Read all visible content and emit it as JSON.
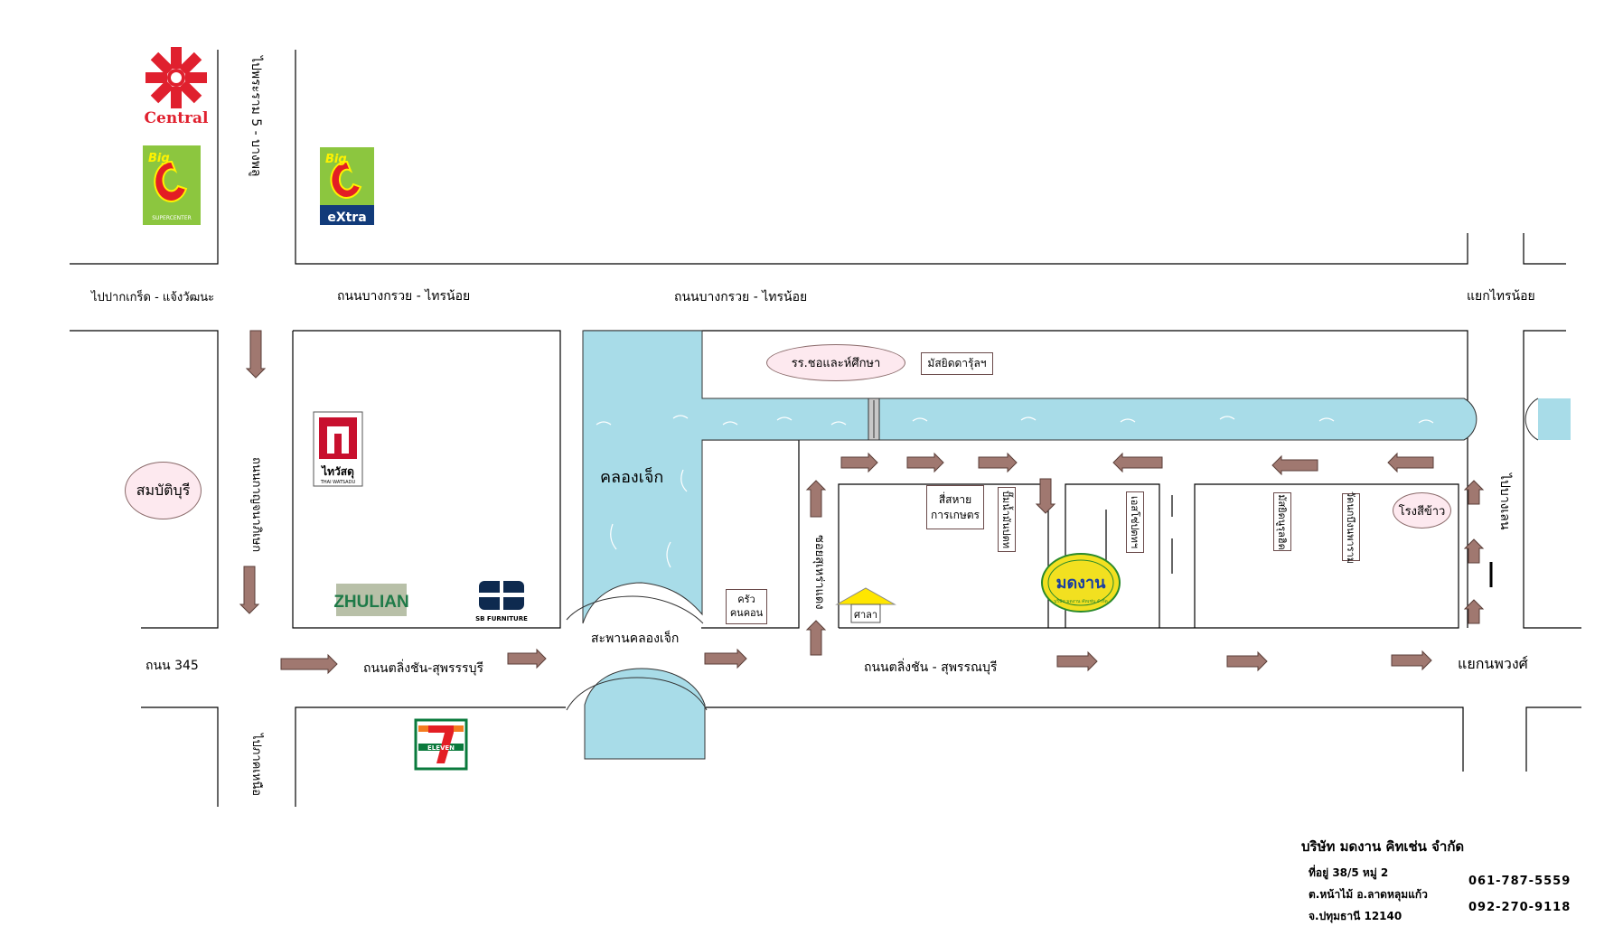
{
  "roads": {
    "top_left": "ไปปากเกร็ด - แจ้งวัฒนะ",
    "bangkruai_1": "ถนนบางกรวย - ไทรน้อย",
    "bangkruai_2": "ถนนบางกรวย - ไทรน้อย",
    "sai_noi_junction": "แยกไทรน้อย",
    "vertical_left_top": "ไปพระราม 5 - บางพลู",
    "vertical_left_mid": "ถนนกาญจนาภิเษก",
    "vertical_left_bottom": "ไปภาคเหนือ",
    "road_345": "ถนน 345",
    "taling_chan_1": "ถนนตลิ่งชัน-สุพรรรบุรี",
    "taling_chan_2": "ถนนตลิ่งชัน - สุพรรณบุรี",
    "phuang_junction": "แยกนพวงศ์",
    "to_bang_len": "ไปบางเลน",
    "soi": "ซอยสุเหร่าแดง",
    "bridge": "สะพานคลองเจ็ก",
    "canal": "คลองเจ็ก"
  },
  "places": {
    "sombat_buri": "สมบัติบุรี",
    "school": "รร.ชอและห์ศึกษา",
    "mosque_top": "มัสยิดดารุ้ลฯ",
    "pesticide_line1": "สี่สหาย",
    "pesticide_line2": "การเกษตร",
    "gas_station": "ปั๊มน้ำมันปตท",
    "esso": "เอสโซ่ปตทฯ",
    "mosque_right": "มัสยิดนูรุลฮิด",
    "temple": "วัดนกบึงนพาราม",
    "rice_mill": "โรงสีข้าว",
    "kitchen_line1": "ครัว",
    "kitchen_line2": "คนคอน",
    "sala": "ศาลา"
  },
  "logos": {
    "central": "Central",
    "bigc_1_top": "Big",
    "bigc_1_sub": "SUPERCENTER",
    "bigc_2_top": "Big",
    "bigc_2_sub": "eXtra",
    "thaiwatsadu_main": "ไทวัสดุ",
    "thaiwatsadu_sub": "THAI WATSADU",
    "zhulian": "ZHULIAN",
    "sb": "SB FURNITURE",
    "seven": "ELEVEN",
    "mongkhan": "มดงาน",
    "mongkhan_arc": "บริษัท มดงาน คัทเช่น จำกัด"
  },
  "company": {
    "name": "บริษัท มดงาน คิทเช่น จำกัด",
    "address_1": "ที่อยู่ 38/5 หมู่ 2",
    "address_2": "ต.หน้าไม้ อ.ลาดหลุมแก้ว",
    "address_3": "จ.ปทุมธานี 12140",
    "phone_1": "061-787-5559",
    "phone_2": "092-270-9118"
  },
  "colors": {
    "water": "#a8dce8",
    "arrow": "#a07870",
    "arrow_stroke": "#5a3e38",
    "central_red": "#e0202e",
    "bigc_green": "#8cc63f",
    "bigc_red": "#e31e24",
    "bigc_yellow": "#fff200",
    "bigc_blue": "#123b7a",
    "ellipse_fill": "#fde9ef",
    "mongkhan_yellow": "#f2e020",
    "seven_green": "#0a7a3c",
    "seven_orange": "#f47b20",
    "sala_yellow": "#ffe600"
  }
}
